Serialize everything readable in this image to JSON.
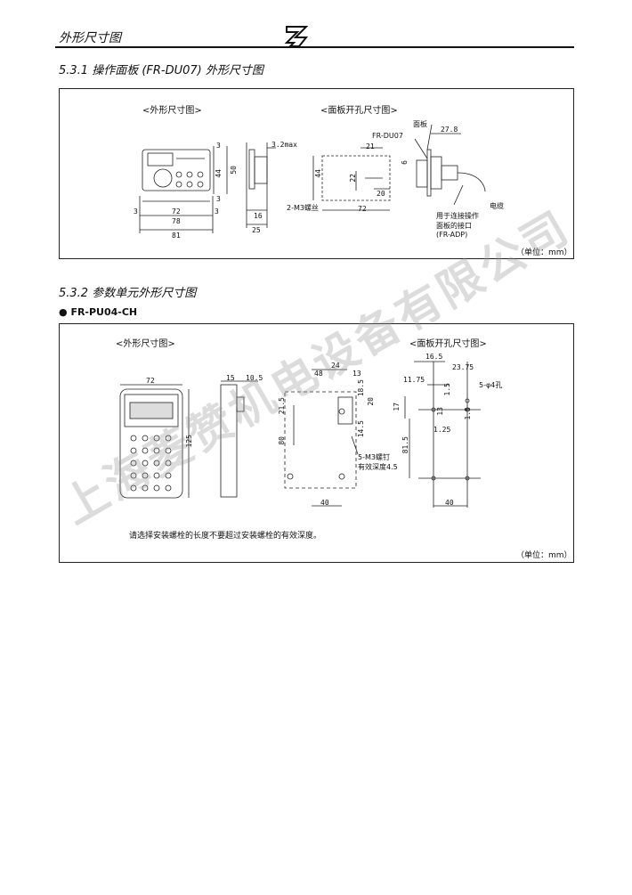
{
  "header": {
    "title": "外形尺寸图"
  },
  "sections": [
    {
      "title": "5.3.1  操作面板 (FR-DU07) 外形尺寸图"
    },
    {
      "title": "5.3.2  参数单元外形尺寸图"
    }
  ],
  "bullet": "FR-PU04-CH",
  "panel1": {
    "outline_caption": "<外形尺寸图>",
    "cutout_caption": "<面板开孔尺寸图>",
    "unit": "（单位：mm）",
    "dims": {
      "d3a": "3",
      "d50": "50",
      "d44": "44",
      "d3b": "3",
      "d3l": "3",
      "d72": "72",
      "d3r": "3",
      "d78": "78",
      "d81": "81",
      "d32": "3.2max",
      "d16": "16",
      "d25": "25",
      "d21": "21",
      "d22": "22",
      "d44c": "44",
      "d6": "6",
      "d20": "20",
      "d72c": "72",
      "d278": "27.8"
    },
    "labels": {
      "fr_du07": "FR-DU07",
      "panel": "面板",
      "screw": "2-M3螺丝",
      "cable": "电缆",
      "conn1": "用于连接操作",
      "conn2": "面板的接口",
      "conn3": "(FR-ADP)"
    }
  },
  "panel2": {
    "outline_caption": "<外形尺寸图>",
    "cutout_caption": "<面板开孔尺寸图>",
    "unit": "（单位：mm）",
    "note": "请选择安装螺栓的长度不要超过安装螺栓的有效深度。",
    "dims": {
      "d72": "72",
      "d125": "125",
      "d15": "15",
      "d105": "10.5",
      "d48": "48",
      "d24": "24",
      "d13": "13",
      "d215": "21.5",
      "d185": "18.5",
      "d20": "20",
      "d80": "80",
      "d145": "14.5",
      "d40": "40",
      "d165": "16.5",
      "d2375": "23.75",
      "d1175": "11.75",
      "d15a": "1.5",
      "d17": "17",
      "d13b": "13",
      "d125b": "1.25",
      "d815": "81.5",
      "d15b": "1.5",
      "d40c": "40"
    },
    "labels": {
      "screw": "5-M3螺钉",
      "depth": "有效深度4.5",
      "hole": "5-φ4孔"
    }
  },
  "watermark": "上海菱赞机电设备有限公司"
}
